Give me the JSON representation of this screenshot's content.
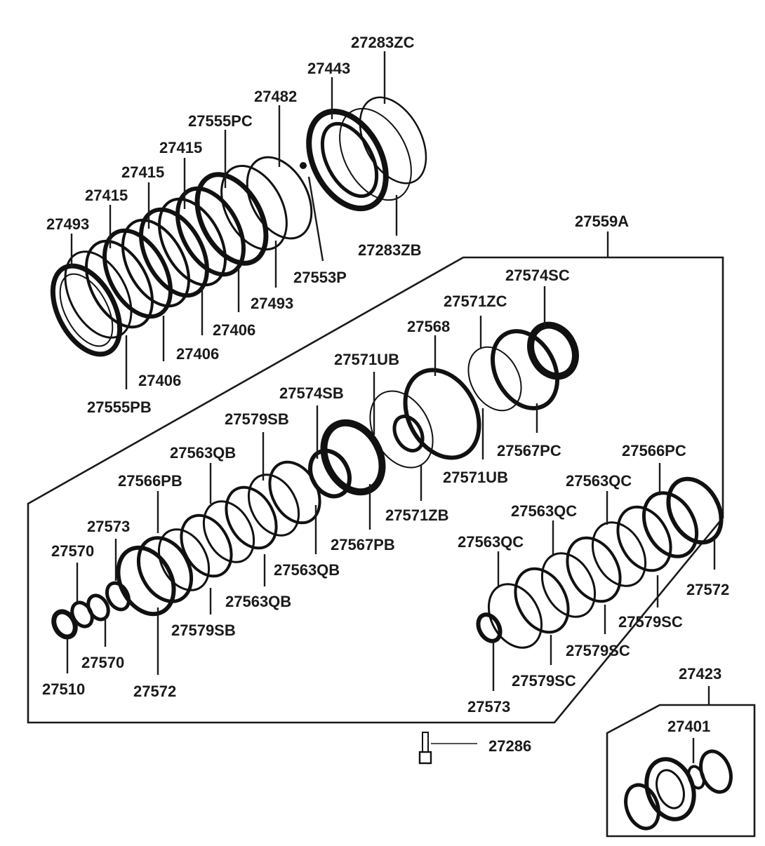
{
  "callouts": [
    {
      "id": "c01",
      "text": "27283ZC"
    },
    {
      "id": "c02",
      "text": "27443"
    },
    {
      "id": "c03",
      "text": "27482"
    },
    {
      "id": "c04",
      "text": "27555PC"
    },
    {
      "id": "c05",
      "text": "27415"
    },
    {
      "id": "c06",
      "text": "27415"
    },
    {
      "id": "c07",
      "text": "27415"
    },
    {
      "id": "c08",
      "text": "27493"
    },
    {
      "id": "c09",
      "text": "27283ZB"
    },
    {
      "id": "c10",
      "text": "27553P"
    },
    {
      "id": "c11",
      "text": "27493"
    },
    {
      "id": "c12",
      "text": "27406"
    },
    {
      "id": "c13",
      "text": "27406"
    },
    {
      "id": "c14",
      "text": "27406"
    },
    {
      "id": "c15",
      "text": "27555PB"
    },
    {
      "id": "c16",
      "text": "27559A"
    },
    {
      "id": "c17",
      "text": "27574SC"
    },
    {
      "id": "c18",
      "text": "27571ZC"
    },
    {
      "id": "c19",
      "text": "27568"
    },
    {
      "id": "c20",
      "text": "27571UB"
    },
    {
      "id": "c21",
      "text": "27574SB"
    },
    {
      "id": "c22",
      "text": "27579SB"
    },
    {
      "id": "c23",
      "text": "27563QB"
    },
    {
      "id": "c24",
      "text": "27566PB"
    },
    {
      "id": "c25",
      "text": "27573"
    },
    {
      "id": "c26",
      "text": "27570"
    },
    {
      "id": "c27",
      "text": "27567PC"
    },
    {
      "id": "c28",
      "text": "27571UB"
    },
    {
      "id": "c29",
      "text": "27566PC"
    },
    {
      "id": "c30",
      "text": "27563QC"
    },
    {
      "id": "c31",
      "text": "27571ZB"
    },
    {
      "id": "c32",
      "text": "27563QC"
    },
    {
      "id": "c33",
      "text": "27567PB"
    },
    {
      "id": "c34",
      "text": "27563QC"
    },
    {
      "id": "c35",
      "text": "27563QB"
    },
    {
      "id": "c36",
      "text": "27572"
    },
    {
      "id": "c37",
      "text": "27563QB"
    },
    {
      "id": "c38",
      "text": "27579SC"
    },
    {
      "id": "c39",
      "text": "27579SB"
    },
    {
      "id": "c40",
      "text": "27579SC"
    },
    {
      "id": "c41",
      "text": "27570"
    },
    {
      "id": "c42",
      "text": "27510"
    },
    {
      "id": "c43",
      "text": "27572"
    },
    {
      "id": "c44",
      "text": "27579SC"
    },
    {
      "id": "c45",
      "text": "27423"
    },
    {
      "id": "c46",
      "text": "27573"
    },
    {
      "id": "c47",
      "text": "27401"
    },
    {
      "id": "c48",
      "text": "27286"
    }
  ]
}
